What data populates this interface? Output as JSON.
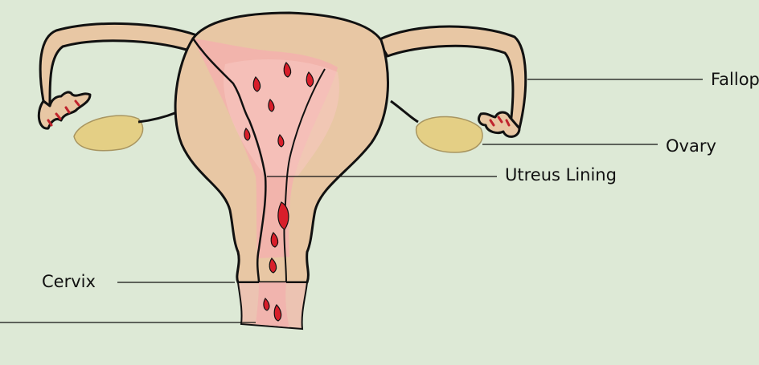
{
  "labels": {
    "fallopian": "Fallop",
    "ovary": "Ovary",
    "lining": "Utreus Lining",
    "cervix": "Cervix"
  },
  "colors": {
    "background": "#dde9d6",
    "uterus_tissue": "#e8c7a4",
    "lining": "#f2b3ad",
    "ovary": "#e4cf85",
    "blood": "#d81e2a",
    "outline": "#111111"
  }
}
